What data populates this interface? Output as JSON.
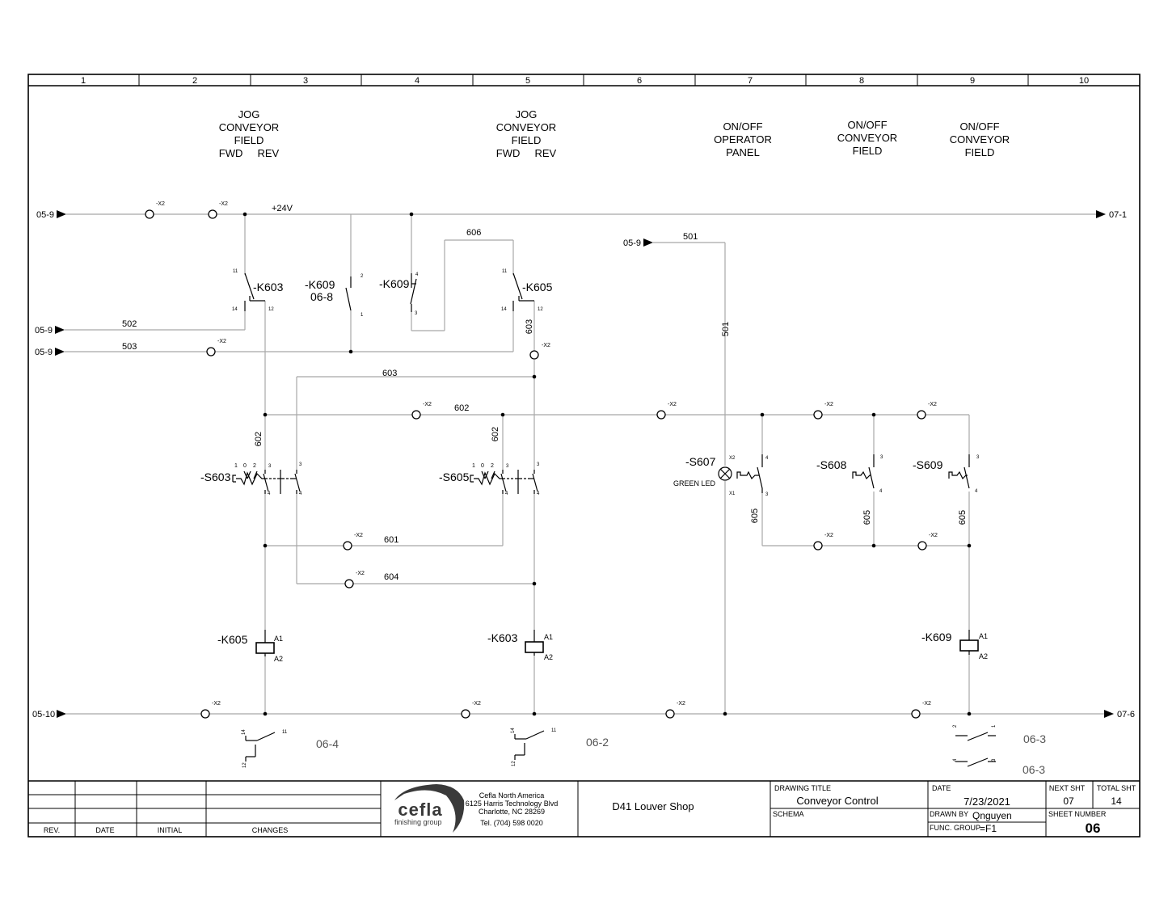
{
  "grid_columns": [
    "1",
    "2",
    "3",
    "4",
    "5",
    "6",
    "7",
    "8",
    "9",
    "10"
  ],
  "headings": [
    {
      "lines": [
        "JOG",
        "CONVEYOR",
        "FIELD",
        "FWD     REV"
      ]
    },
    {
      "lines": [
        "JOG",
        "CONVEYOR",
        "FIELD",
        "FWD     REV"
      ]
    },
    {
      "lines": [
        "ON/OFF",
        "OPERATOR",
        "PANEL"
      ]
    },
    {
      "lines": [
        "ON/OFF",
        "CONVEYOR",
        "FIELD"
      ]
    },
    {
      "lines": [
        "ON/OFF",
        "CONVEYOR",
        "FIELD"
      ]
    }
  ],
  "cross_refs": {
    "top_in": "05-9",
    "top_out": "07-1",
    "bottom_in": "05-10",
    "bottom_out": "07-6",
    "in_501": "05-9",
    "in_502": "05-9",
    "in_503": "05-9"
  },
  "terminal_label": "-X2",
  "wires": {
    "w24v": "+24V",
    "w501": "501",
    "w501v": "501",
    "w502": "502",
    "w503": "503",
    "w606": "606",
    "w603a": "603",
    "w603b": "603",
    "w602h": "602",
    "w602va": "602",
    "w602vb": "602",
    "w601": "601",
    "w604": "604",
    "w605a": "605",
    "w605b": "605",
    "w605c": "605"
  },
  "devices": {
    "k603_contact": "-K603",
    "k609_contact": "-K609",
    "k609_ref": "06-8",
    "k609_contact2": "-K609",
    "k605_contact": "-K605",
    "s603": "-S603",
    "s605": "-S605",
    "s607": "-S607",
    "s607_led": "GREEN LED",
    "s608": "-S608",
    "s609": "-S609",
    "k605_coil": "-K605",
    "k603_coil": "-K603",
    "k609_coil": "-K609"
  },
  "pins": {
    "p11": "11",
    "p14": "14",
    "p12": "12",
    "p2": "2",
    "p1": "1",
    "p4": "4",
    "p3": "3",
    "p0": "0",
    "x1": "X1",
    "x2pin": "X2",
    "a1": "A1",
    "a2": "A2"
  },
  "contact_refs": {
    "r1": "06-4",
    "r2": "06-2",
    "r3": "06-3",
    "r4": "06-3"
  },
  "title_block": {
    "rev_label": "REV.",
    "date_label": "DATE",
    "initial_label": "INITIAL",
    "changes_label": "CHANGES",
    "logo_text": "cefla",
    "logo_sub": "finishing group",
    "company": "Cefla North America",
    "address1": "6125 Harris Technology Blvd",
    "address2": "Charlotte, NC 28269",
    "phone": "Tel. (704) 598 0020",
    "project": "D41 Louver Shop",
    "drawing_title_label": "DRAWING TITLE",
    "drawing_title": "Conveyor Control",
    "schema_label": "SCHEMA",
    "date_hdr": "DATE",
    "date": "7/23/2021",
    "drawn_by_label": "DRAWN BY",
    "drawn_by": "Qnguyen",
    "func_group_label": "FUNC. GROUP",
    "func_group": "=F1",
    "next_sht_label": "NEXT SHT",
    "next_sht": "07",
    "total_sht_label": "TOTAL SHT",
    "total_sht": "14",
    "sheet_number_label": "SHEET NUMBER",
    "sheet_number": "06"
  },
  "colors": {
    "wire": "#a8a8a8",
    "ink": "#000000",
    "logo_dark": "#3a3a3a"
  }
}
